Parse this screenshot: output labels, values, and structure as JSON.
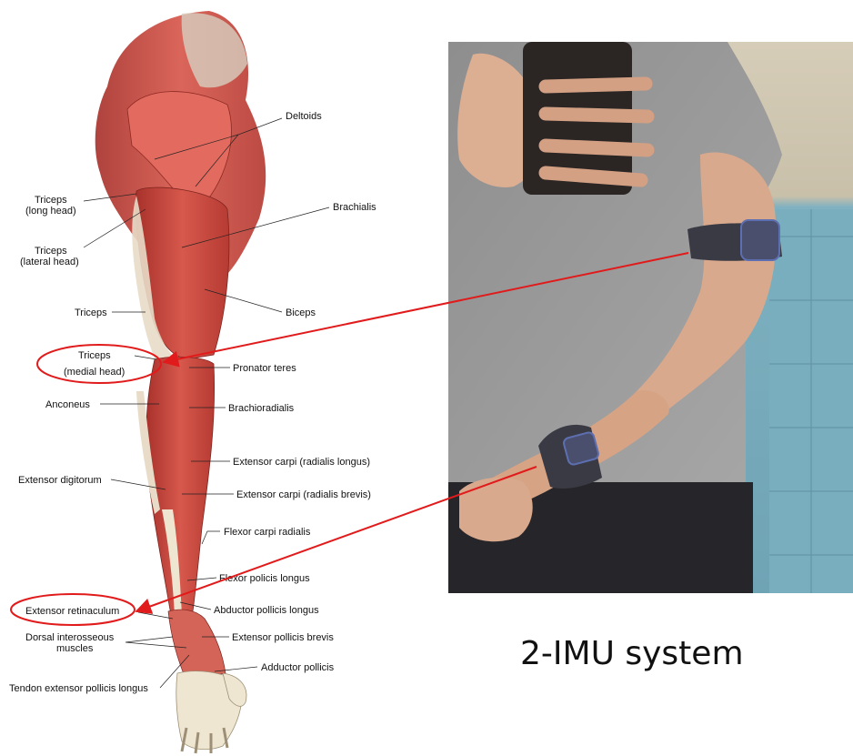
{
  "labels": {
    "deltoids": "Deltoids",
    "triceps_long_1": "Triceps",
    "triceps_long_2": "(long head)",
    "triceps_lateral_1": "Triceps",
    "triceps_lateral_2": "(lateral head)",
    "brachialis": "Brachialis",
    "triceps": "Triceps",
    "biceps": "Biceps",
    "triceps_medial_1": "Triceps",
    "triceps_medial_2": "(medial head)",
    "pronator_teres": "Pronator teres",
    "anconeus": "Anconeus",
    "brachioradialis": "Brachioradialis",
    "ext_carpi_longus": "Extensor carpi (radialis longus)",
    "extensor_digitorum": "Extensor digitorum",
    "ext_carpi_brevis": "Extensor carpi (radialis brevis)",
    "flexor_carpi_radialis": "Flexor carpi radialis",
    "flexor_pollicis_longus": "Flexor policis longus",
    "extensor_retinaculum": "Extensor retinaculum",
    "abductor_pollicis_longus": "Abductor pollicis longus",
    "dorsal_interosseous_1": "Dorsal interosseous",
    "dorsal_interosseous_2": "muscles",
    "ext_pollicis_brevis": "Extensor pollicis brevis",
    "adductor_pollicis": "Adductor pollicis",
    "tendon_ext_pollicis_longus": "Tendon extensor pollicis longus"
  },
  "caption": "2-IMU system",
  "colors": {
    "background": "#ffffff",
    "arrow": "#e11b1b",
    "muscle": "#c8413a",
    "muscle_light": "#e98c84",
    "tendon": "#e8dcc8",
    "bone": "#efe6d2",
    "shirt": "#9c9c9c",
    "skin": "#d9a98d",
    "tile": "#7fb1c0",
    "mirror_bg": "#b8ad96",
    "band": "#3a3a44",
    "pants": "#26262a",
    "phone": "#2b2624"
  },
  "icons": {
    "upper_sensor": "imu-armband-icon",
    "lower_sensor": "imu-wristband-icon"
  }
}
